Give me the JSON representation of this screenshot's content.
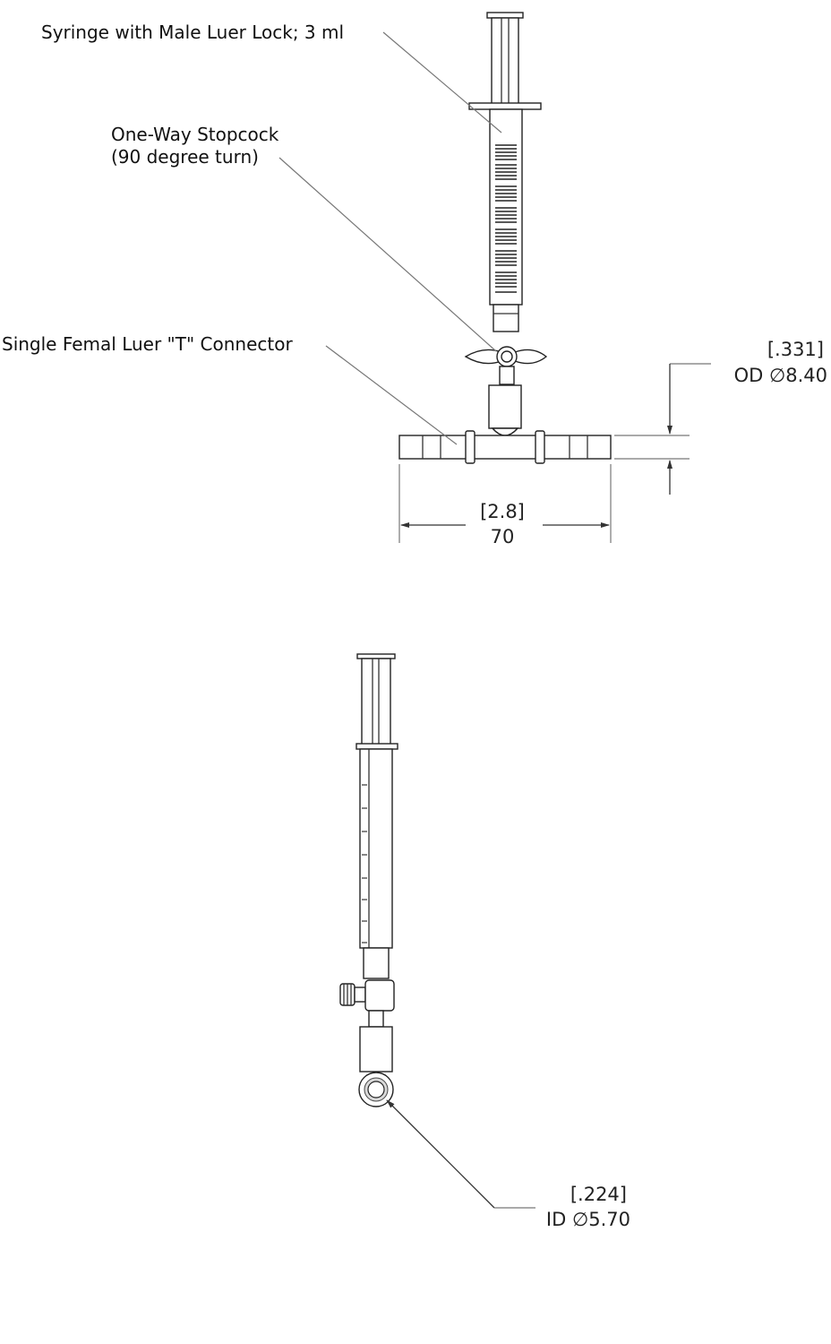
{
  "labels": {
    "syringe": "Syringe with Male Luer Lock; 3 ml",
    "stopcock_line1": "One-Way Stopcock",
    "stopcock_line2": "(90 degree turn)",
    "t_connector": "Single Femal Luer \"T\" Connector"
  },
  "dimensions": {
    "od_inch": "[.331]",
    "od_mm": "OD ∅8.40",
    "length_inch": "[2.8]",
    "length_mm": "70",
    "id_inch": "[.224]",
    "id_mm": "ID ∅5.70"
  },
  "colors": {
    "line": "#333333",
    "text": "#111111",
    "leader": "#777777"
  }
}
